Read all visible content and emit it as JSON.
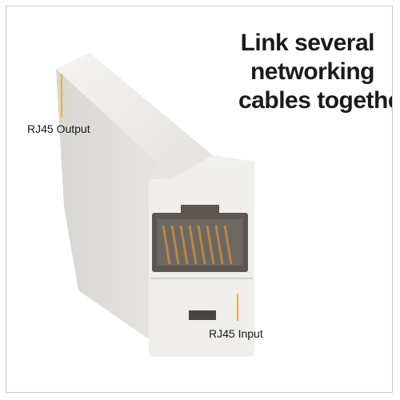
{
  "headline": {
    "lines": [
      "Link several",
      "networking",
      "cables together"
    ]
  },
  "callouts": {
    "output_label": "RJ45 Output",
    "input_label": "RJ45 Input"
  },
  "colors": {
    "body": "#ecebe7",
    "body_shadow": "#d6d4cf",
    "jack_cavity": "#55504a",
    "contacts": "#b8874a",
    "leader": "#e2b04a",
    "frame_border": "#c9c9c9"
  }
}
